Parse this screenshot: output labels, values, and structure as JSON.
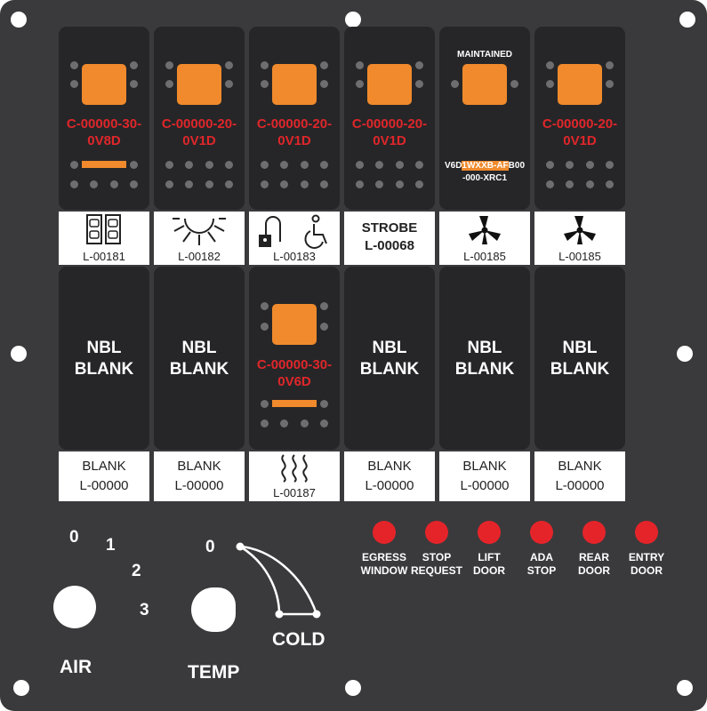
{
  "panel": {
    "top_row": [
      {
        "code": "C-00000-30-0V8D",
        "code_l1": "C-00000-30-",
        "code_l2": "0V8D",
        "label": "L-00181",
        "icon": "double-door-icon"
      },
      {
        "code": "C-00000-20-0V1D",
        "code_l1": "C-00000-20-",
        "code_l2": "0V1D",
        "label": "L-00182",
        "icon": "light-rays-icon"
      },
      {
        "code": "C-00000-20-0V1D",
        "code_l1": "C-00000-20-",
        "code_l2": "0V1D",
        "label": "L-00183",
        "icon": "lock-wheelchair-icon"
      },
      {
        "code": "C-00000-20-0V1D",
        "code_l1": "C-00000-20-",
        "code_l2": "0V1D",
        "label_l1": "STROBE",
        "label_l2": "L-00068"
      },
      {
        "maintained": "MAINTAINED",
        "code_l1_a": "V6D",
        "code_l1_b": "1WXXB-AF",
        "code_l1_c": "B00",
        "code_l2": "-000-XRC1",
        "label": "L-00185",
        "icon": "fan-icon"
      },
      {
        "code": "C-00000-20-0V1D",
        "code_l1": "C-00000-20-",
        "code_l2": "0V1D",
        "label": "L-00185",
        "icon": "fan-icon"
      }
    ],
    "bottom_row": [
      {
        "blank_l1": "NBL",
        "blank_l2": "BLANK",
        "label_l1": "BLANK",
        "label_l2": "L-00000"
      },
      {
        "blank_l1": "NBL",
        "blank_l2": "BLANK",
        "label_l1": "BLANK",
        "label_l2": "L-00000"
      },
      {
        "code_l1": "C-00000-30-",
        "code_l2": "0V6D",
        "label": "L-00187",
        "icon": "heat-waves-icon"
      },
      {
        "blank_l1": "NBL",
        "blank_l2": "BLANK",
        "label_l1": "BLANK",
        "label_l2": "L-00000"
      },
      {
        "blank_l1": "NBL",
        "blank_l2": "BLANK",
        "label_l1": "BLANK",
        "label_l2": "L-00000"
      },
      {
        "blank_l1": "NBL",
        "blank_l2": "BLANK",
        "label_l1": "BLANK",
        "label_l2": "L-00000"
      }
    ],
    "air": {
      "label": "AIR",
      "positions": [
        "0",
        "1",
        "2",
        "3"
      ]
    },
    "temp": {
      "label": "TEMP",
      "zero": "0",
      "cold": "COLD"
    },
    "indicators": [
      {
        "l1": "EGRESS",
        "l2": "WINDOW"
      },
      {
        "l1": "STOP",
        "l2": "REQUEST"
      },
      {
        "l1": "LIFT",
        "l2": "DOOR"
      },
      {
        "l1": "ADA",
        "l2": "STOP"
      },
      {
        "l1": "REAR",
        "l2": "DOOR"
      },
      {
        "l1": "ENTRY",
        "l2": "DOOR"
      }
    ],
    "colors": {
      "panel": "#3a3a3c",
      "rocker": "#262628",
      "accent": "#f08a2c",
      "code_text": "#e0262a",
      "led": "#e5242a"
    }
  }
}
